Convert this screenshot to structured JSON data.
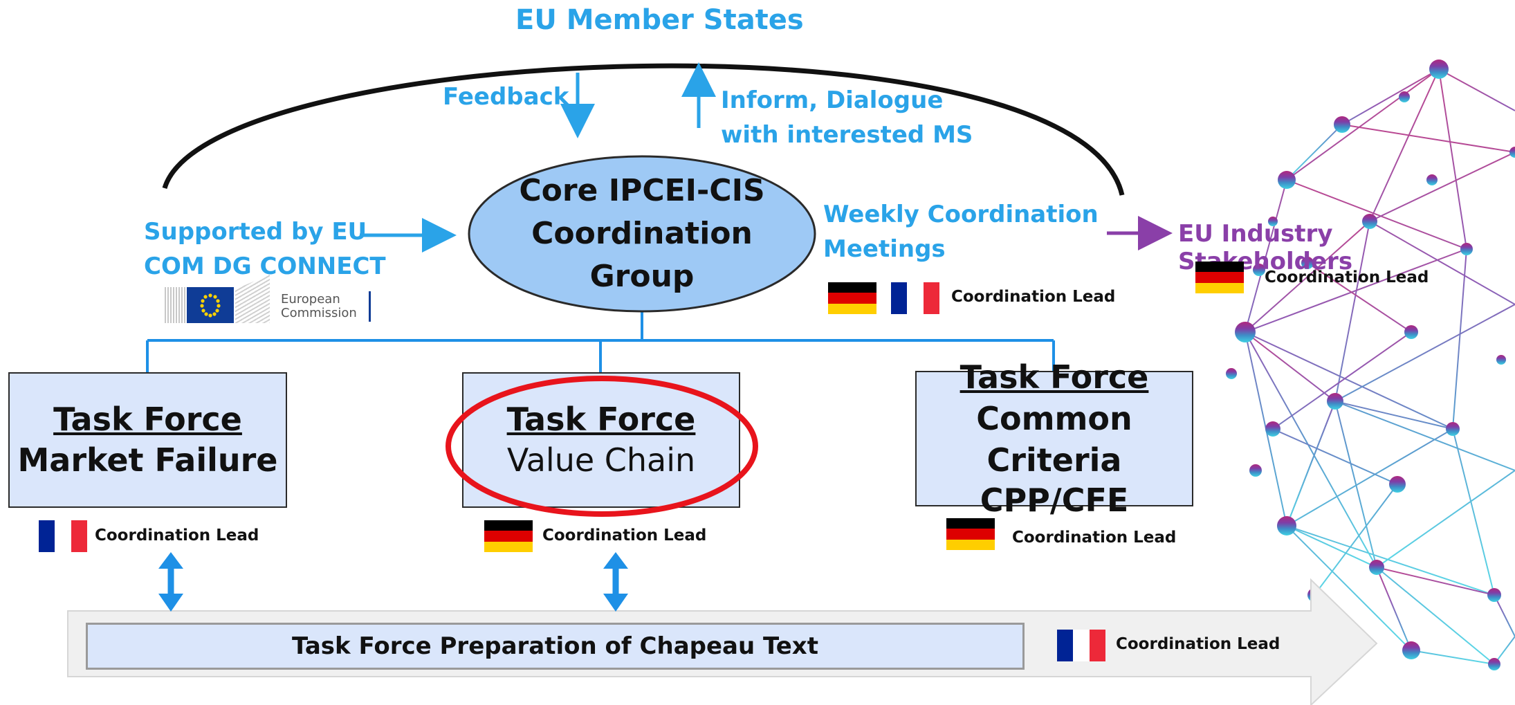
{
  "top": {
    "member_states": "EU Member States",
    "feedback": "Feedback",
    "inform_line1": "Inform, Dialogue",
    "inform_line2": "with interested MS"
  },
  "core": {
    "line1": "Core IPCEI-CIS",
    "line2": "Coordination",
    "line3": "Group"
  },
  "support": {
    "line1": "Supported by EU",
    "line2": "COM DG CONNECT",
    "logo_line1": "European",
    "logo_line2": "Commission"
  },
  "weekly": {
    "line1": "Weekly Coordination",
    "line2": "Meetings",
    "lead": "Coordination Lead"
  },
  "stakeholders": {
    "label": "EU Industry Stakeholders",
    "lead": "Coordination Lead"
  },
  "task_forces": [
    {
      "title": "Task Force",
      "line1": "Market Failure",
      "line2": "",
      "lead": "Coordination Lead"
    },
    {
      "title": "Task Force",
      "line1": "Value Chain",
      "line2": "",
      "lead": "Coordination Lead"
    },
    {
      "title": "Task Force",
      "line1": "Common",
      "line2": "Criteria CPP/CFE",
      "lead": "Coordination Lead"
    }
  ],
  "chapeau": {
    "label": "Task Force Preparation of Chapeau Text",
    "lead": "Coordination Lead"
  },
  "colors": {
    "accent_blue": "#2aa3e8",
    "connector_blue": "#1e90e6",
    "box_fill": "#dae6fb",
    "ellipse_fill": "#9ec9f5",
    "highlight_red": "#e8141c",
    "purple": "#8a3fa8"
  }
}
